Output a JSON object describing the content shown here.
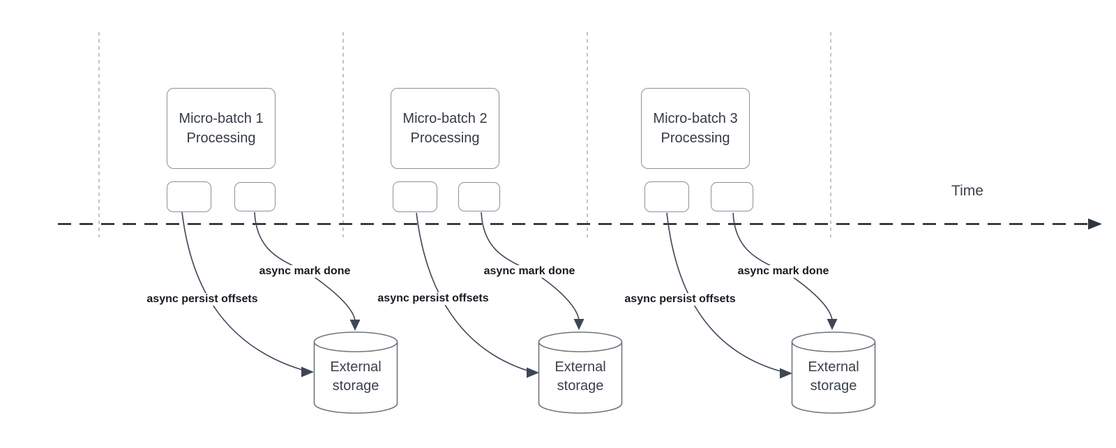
{
  "time_label": "Time",
  "colors": {
    "curve": "#3e4656",
    "box_border": "#8b9199",
    "cylinder_border": "#6e757e",
    "timeline": "#1b1d1f",
    "guide_line": "#b2b5b8",
    "label_text": "#171b22",
    "box_text": "#343b45"
  },
  "batches": [
    {
      "title_line1": "Micro-batch 1",
      "title_line2": "Processing",
      "persist_label": "async persist offsets",
      "mark_label": "async mark done",
      "storage_line1": "External",
      "storage_line2": "storage"
    },
    {
      "title_line1": "Micro-batch 2",
      "title_line2": "Processing",
      "persist_label": "async persist offsets",
      "mark_label": "async mark done",
      "storage_line1": "External",
      "storage_line2": "storage"
    },
    {
      "title_line1": "Micro-batch 3",
      "title_line2": "Processing",
      "persist_label": "async persist offsets",
      "mark_label": "async mark done",
      "storage_line1": "External",
      "storage_line2": "storage"
    }
  ]
}
